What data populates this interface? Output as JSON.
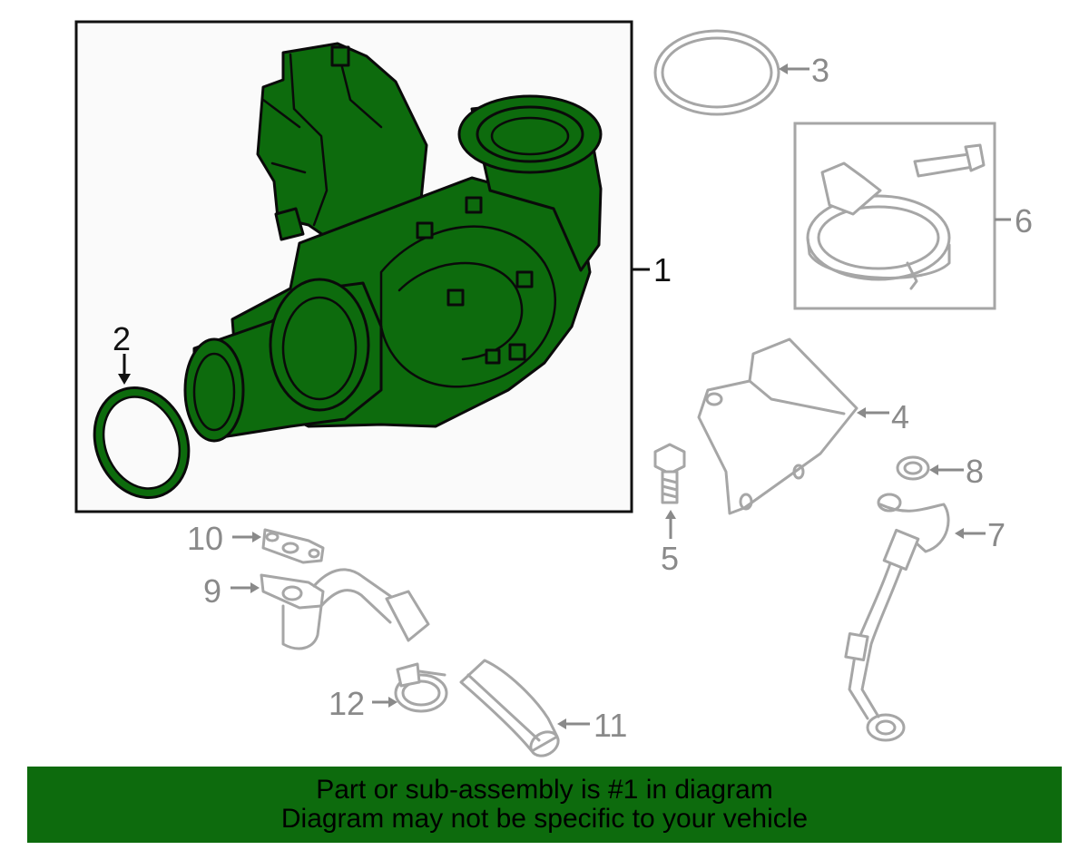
{
  "callouts": {
    "c1": "1",
    "c2": "2",
    "c3": "3",
    "c4": "4",
    "c5": "5",
    "c6": "6",
    "c7": "7",
    "c8": "8",
    "c9": "9",
    "c10": "10",
    "c11": "11",
    "c12": "12"
  },
  "banner": {
    "line1": "Part or sub-assembly is #1 in diagram",
    "line2": "Diagram may not be specific to your vehicle"
  },
  "colors": {
    "highlight": "#0d6b0d",
    "ghost": "#a6a6a6"
  }
}
